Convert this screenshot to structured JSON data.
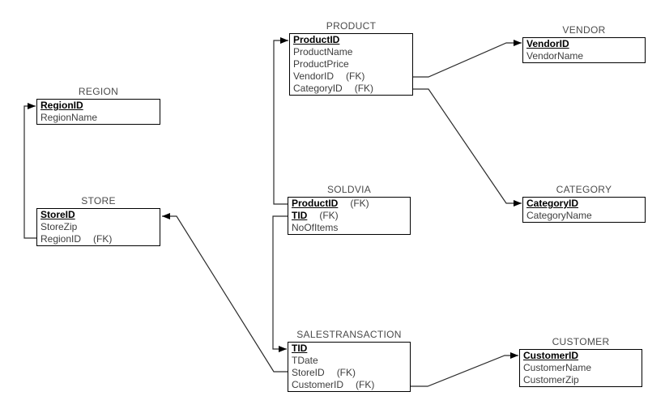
{
  "entities": {
    "region": {
      "title": "REGION",
      "fields": [
        {
          "name": "RegionID",
          "suffix": ""
        },
        {
          "name": "RegionName",
          "suffix": ""
        }
      ]
    },
    "store": {
      "title": "STORE",
      "fields": [
        {
          "name": "StoreID",
          "suffix": ""
        },
        {
          "name": "StoreZip",
          "suffix": ""
        },
        {
          "name": "RegionID",
          "suffix": "(FK)"
        }
      ]
    },
    "product": {
      "title": "PRODUCT",
      "fields": [
        {
          "name": "ProductID",
          "suffix": ""
        },
        {
          "name": "ProductName",
          "suffix": ""
        },
        {
          "name": "ProductPrice",
          "suffix": ""
        },
        {
          "name": "VendorID",
          "suffix": "(FK)"
        },
        {
          "name": "CategoryID",
          "suffix": "(FK)"
        }
      ]
    },
    "soldvia": {
      "title": "SOLDVIA",
      "fields": [
        {
          "name": "ProductID",
          "suffix": "(FK)"
        },
        {
          "name": "TID",
          "suffix": "(FK)"
        },
        {
          "name": "NoOfItems",
          "suffix": ""
        }
      ]
    },
    "salestransaction": {
      "title": "SALESTRANSACTION",
      "fields": [
        {
          "name": "TID",
          "suffix": ""
        },
        {
          "name": "TDate",
          "suffix": ""
        },
        {
          "name": "StoreID",
          "suffix": "(FK)"
        },
        {
          "name": "CustomerID",
          "suffix": "(FK)"
        }
      ]
    },
    "vendor": {
      "title": "VENDOR",
      "fields": [
        {
          "name": "VendorID",
          "suffix": ""
        },
        {
          "name": "VendorName",
          "suffix": ""
        }
      ]
    },
    "category": {
      "title": "CATEGORY",
      "fields": [
        {
          "name": "CategoryID",
          "suffix": ""
        },
        {
          "name": "CategoryName",
          "suffix": ""
        }
      ]
    },
    "customer": {
      "title": "CUSTOMER",
      "fields": [
        {
          "name": "CustomerID",
          "suffix": ""
        },
        {
          "name": "CustomerName",
          "suffix": ""
        },
        {
          "name": "CustomerZip",
          "suffix": ""
        }
      ]
    }
  },
  "relationships": [
    {
      "parent": "REGION",
      "child": "STORE",
      "via": "RegionID"
    },
    {
      "parent": "PRODUCT",
      "child": "SOLDVIA",
      "via": "ProductID"
    },
    {
      "parent": "SALESTRANSACTION",
      "child": "SOLDVIA",
      "via": "TID"
    },
    {
      "parent": "STORE",
      "child": "SALESTRANSACTION",
      "via": "StoreID"
    },
    {
      "parent": "VENDOR",
      "child": "PRODUCT",
      "via": "VendorID"
    },
    {
      "parent": "CATEGORY",
      "child": "PRODUCT",
      "via": "CategoryID"
    },
    {
      "parent": "CUSTOMER",
      "child": "SALESTRANSACTION",
      "via": "CustomerID"
    }
  ],
  "colors": {
    "background": "#ffffff",
    "box_border": "#000000",
    "line": "#2b2b2b",
    "text": "#3d3d3d",
    "pk_text": "#000000",
    "title_text": "#4a4a4a"
  }
}
